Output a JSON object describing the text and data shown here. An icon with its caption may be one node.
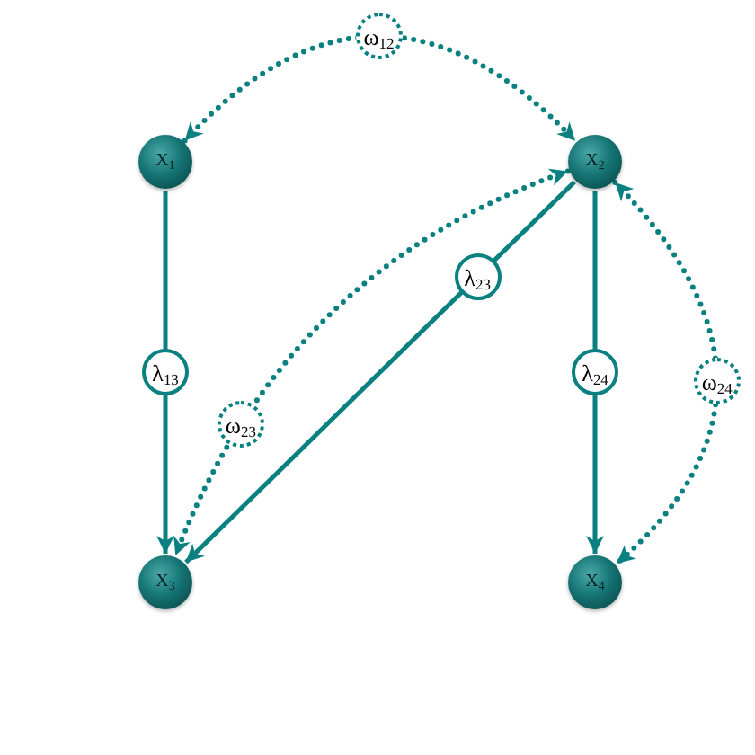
{
  "diagram": {
    "nodes": [
      {
        "text": [
          "X$_{1}$"
        ]
      },
      {
        "text": [
          "X$_{2}$"
        ]
      },
      {
        "text": [
          "X$_{3}$"
        ]
      },
      {
        "text": [
          "X$_{4}$"
        ]
      }
    ],
    "edges": [
      {
        "from": 0,
        "to": 2,
        "arrow": "to",
        "label": "λ$_{13}$"
      },
      {
        "from": 1,
        "to": 2,
        "arrow": "to",
        "label": "λ$_{23}$"
      },
      {
        "from": 1,
        "to": 3,
        "arrow": "to",
        "label": "λ$_{24}$"
      },
      {
        "from": 0,
        "to": 1,
        "arrow": "both",
        "label": "ω$_{12}$",
        "style": "dashed"
      },
      {
        "from": 1,
        "to": 2,
        "arrow": "both",
        "label": "ω$_{23}$",
        "style": "dashed"
      },
      {
        "from": 1,
        "to": 3,
        "arrow": "both",
        "label": "ω$_{24}$",
        "style": "dashed"
      }
    ]
  }
}
